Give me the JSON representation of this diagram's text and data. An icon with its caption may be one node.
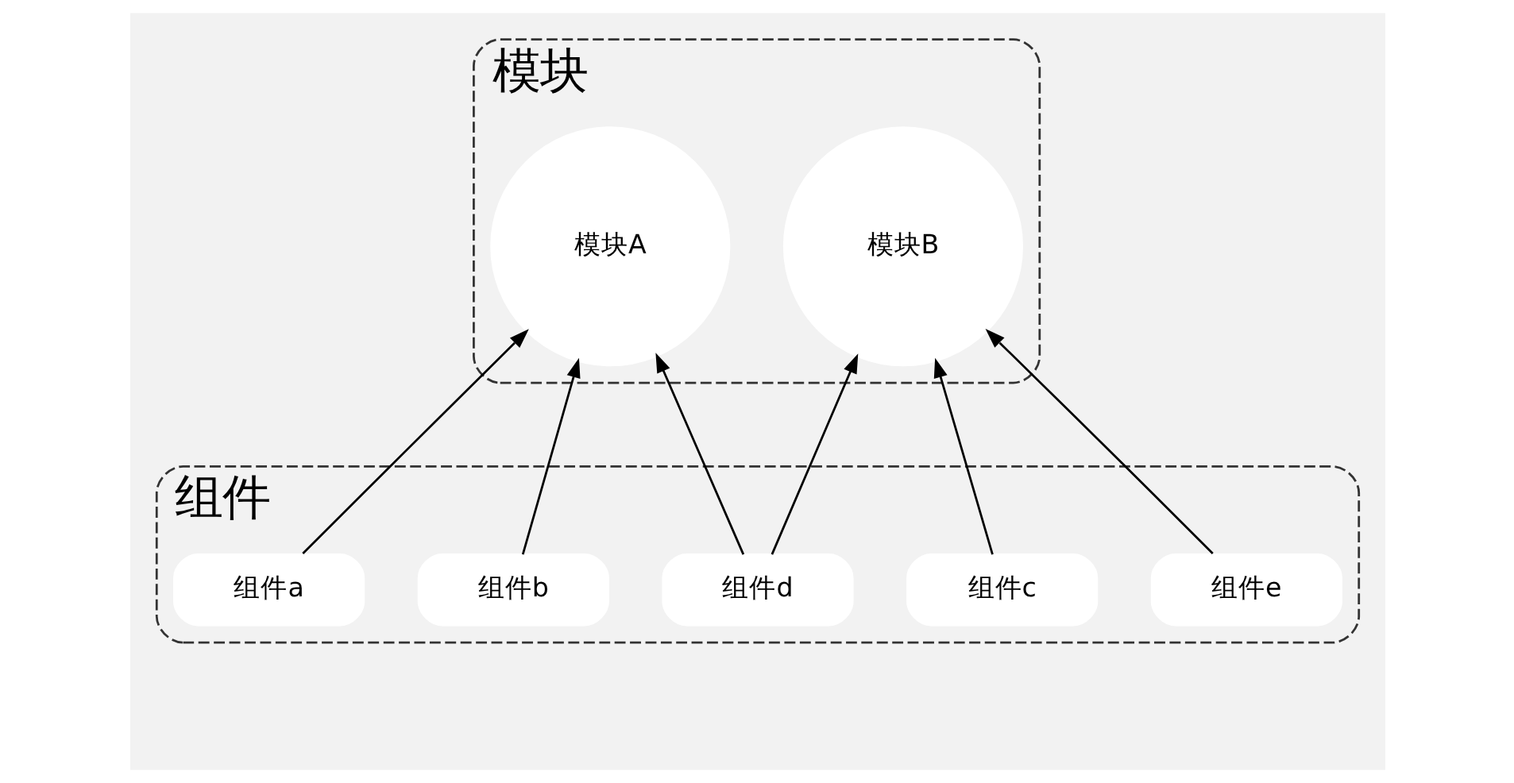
{
  "diagram": {
    "nodes": [
      {
        "text": [
          "模块"
        ]
      },
      {
        "text": [
          "模块A"
        ],
        "in": 0
      },
      {
        "text": [
          "模块B"
        ],
        "in": 0
      },
      {
        "text": [
          "组件"
        ]
      },
      {
        "text": [
          "组件a"
        ],
        "in": 3
      },
      {
        "text": [
          "组件b"
        ],
        "in": 3
      },
      {
        "text": [
          "组件c"
        ],
        "in": 3
      },
      {
        "text": [
          "组件d"
        ],
        "in": 3
      },
      {
        "text": [
          "组件e"
        ],
        "in": 3
      }
    ],
    "edges": [
      {
        "from": 4,
        "to": 1,
        "arrow": "to"
      },
      {
        "from": 5,
        "to": 1,
        "arrow": "to"
      },
      {
        "from": 7,
        "to": 1,
        "arrow": "to"
      },
      {
        "from": 6,
        "to": 2,
        "arrow": "to"
      },
      {
        "from": 7,
        "to": 2,
        "arrow": "to"
      },
      {
        "from": 8,
        "to": 2,
        "arrow": "to"
      }
    ]
  }
}
